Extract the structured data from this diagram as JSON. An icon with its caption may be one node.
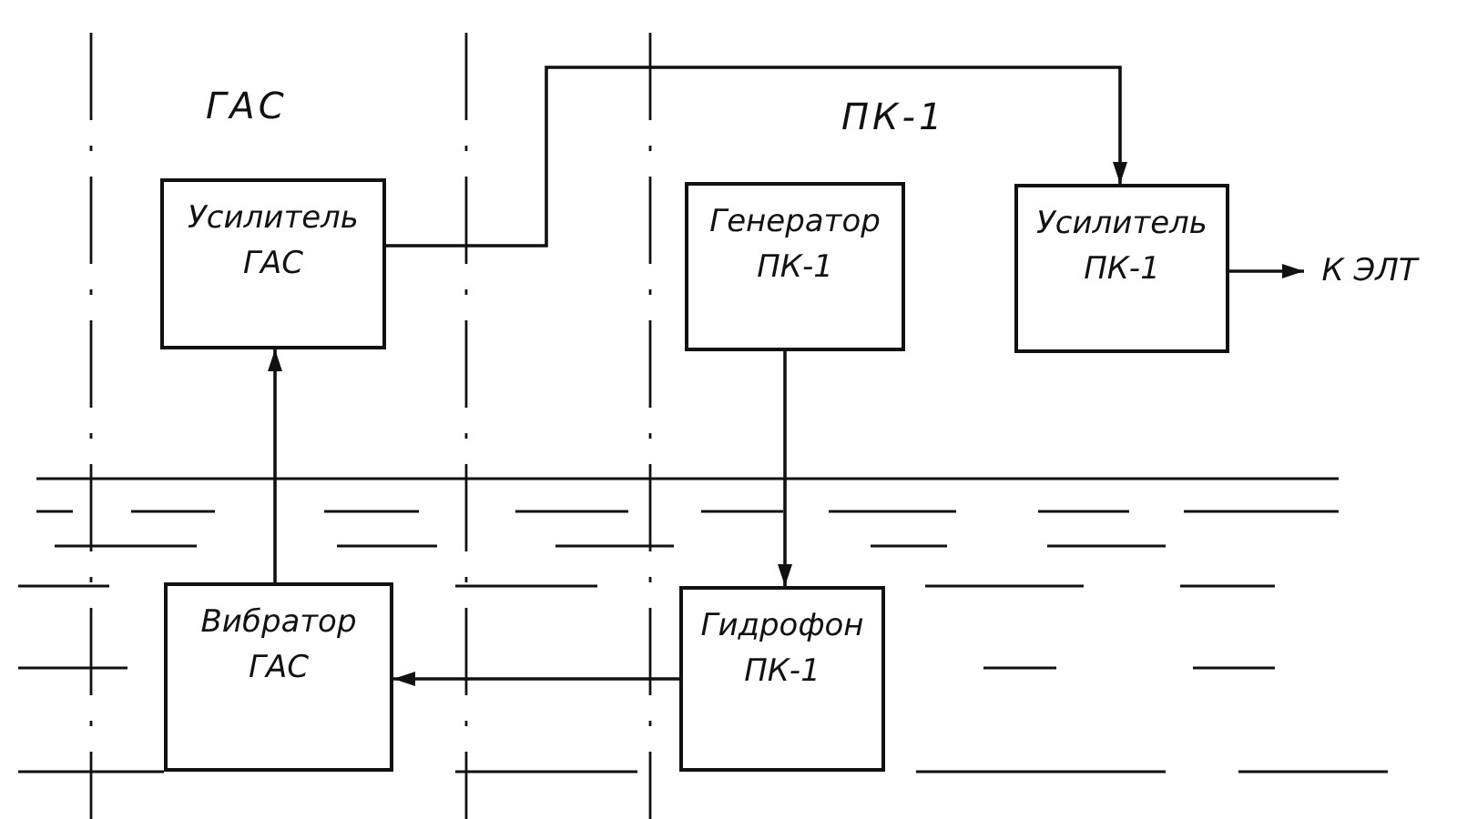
{
  "diagram": {
    "nodes": [
      {
        "text": [
          "Усилитель ГАС"
        ]
      },
      {
        "text": [
          "Генератор ПК-1"
        ]
      },
      {
        "text": [
          "Усилитель ПК-1"
        ]
      },
      {
        "text": [
          "Вибратор ГАС"
        ]
      },
      {
        "text": [
          "Гидрофон ПК-1"
        ]
      },
      {
        "text": [
          "К ЭЛТ"
        ]
      }
    ],
    "edges": [
      {
        "from": 0,
        "to": 2,
        "arrow": "to"
      },
      {
        "from": 2,
        "to": 5,
        "arrow": "to"
      },
      {
        "from": 1,
        "to": 4,
        "arrow": "to"
      },
      {
        "from": 4,
        "to": 3,
        "arrow": "to"
      },
      {
        "from": 3,
        "to": 0,
        "arrow": "to"
      }
    ],
    "labels": [
      "ГАС",
      "ПК-1"
    ]
  }
}
